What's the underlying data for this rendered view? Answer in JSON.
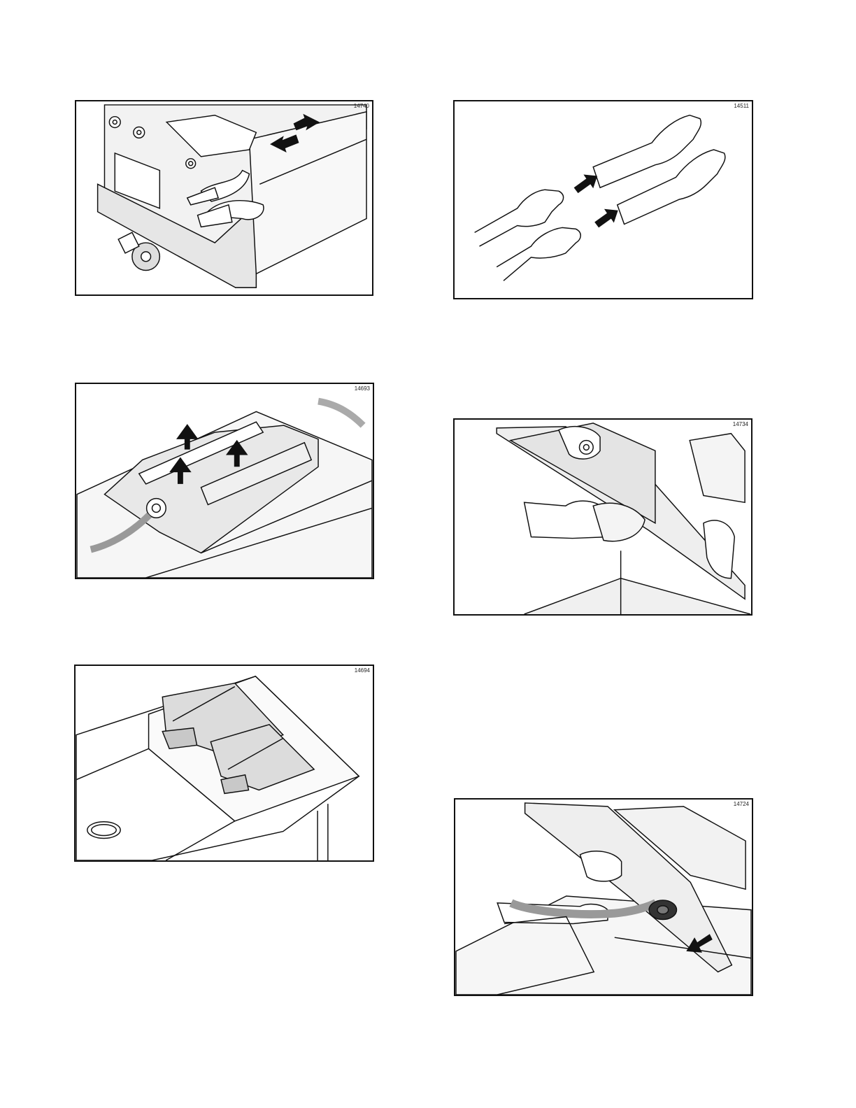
{
  "figures": [
    {
      "id": "f1",
      "number": "14740",
      "subject": "Hands pulling drawer-like cover on fryer cabinet, double arrow"
    },
    {
      "id": "f2",
      "number": "14511",
      "subject": "Hands putting on long protective gloves"
    },
    {
      "id": "f3",
      "number": "14693",
      "subject": "Lifting platen covers, upward arrows"
    },
    {
      "id": "f4",
      "number": "14734",
      "subject": "Gloved hand wiping platen with cloth"
    },
    {
      "id": "f5",
      "number": "14694",
      "subject": "Release sheets placed on counter"
    },
    {
      "id": "f6",
      "number": "14724",
      "subject": "Hands inserting hose into fitting, arrow"
    }
  ]
}
